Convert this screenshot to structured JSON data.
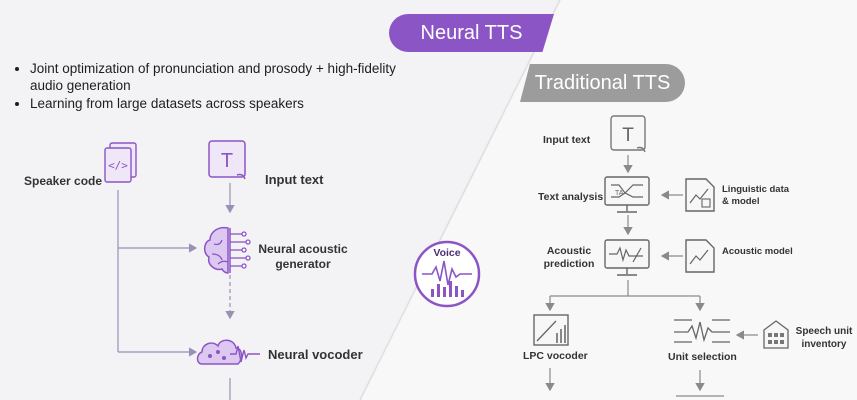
{
  "banners": {
    "neural": "Neural TTS",
    "traditional": "Traditional TTS"
  },
  "bullets": [
    "Joint optimization of pronunciation and prosody + high-fidelity audio generation",
    "Learning from large datasets across speakers"
  ],
  "neural": {
    "speaker_code": "Speaker code",
    "input_text": "Input text",
    "acoustic_generator_line1": "Neural acoustic",
    "acoustic_generator_line2": "generator",
    "vocoder": "Neural vocoder"
  },
  "voice": {
    "label": "Voice"
  },
  "traditional": {
    "input_text": "Input text",
    "text_analysis": "Text analysis",
    "linguistic_line1": "Linguistic data",
    "linguistic_line2": "& model",
    "acoustic_prediction_line1": "Acoustic",
    "acoustic_prediction_line2": "prediction",
    "acoustic_model": "Acoustic model",
    "lpc_vocoder": "LPC vocoder",
    "unit_selection": "Unit selection",
    "speech_unit_line1": "Speech unit",
    "speech_unit_line2": "inventory"
  },
  "colors": {
    "purple": "#8c55c6",
    "gray": "#9c9c9c",
    "line_purple": "#8a7aa8",
    "line_gray": "#888888"
  }
}
